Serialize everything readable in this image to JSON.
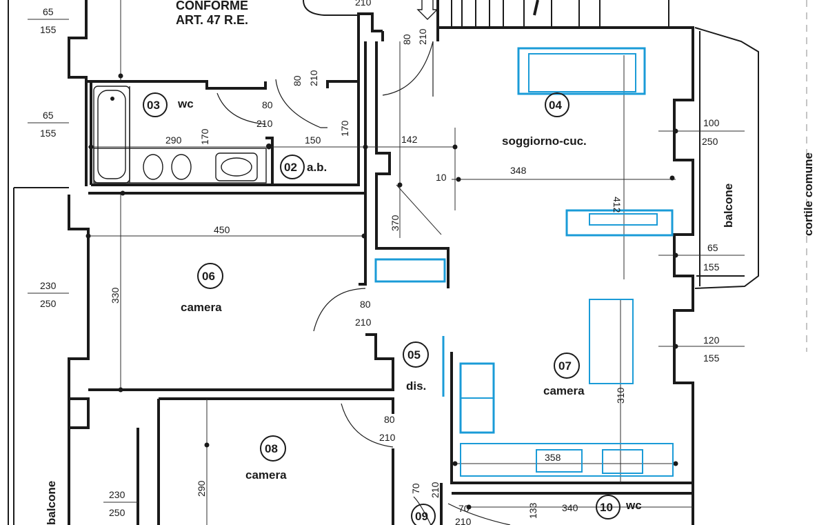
{
  "note": {
    "line1": "CONFORME",
    "line2": "ART. 47 R.E."
  },
  "rooms": {
    "r02": {
      "num": "02",
      "name": "a.b."
    },
    "r03": {
      "num": "03",
      "name": "wc"
    },
    "r04": {
      "num": "04",
      "name": "soggiorno-cuc."
    },
    "r05": {
      "num": "05",
      "name": "dis."
    },
    "r06": {
      "num": "06",
      "name": "camera"
    },
    "r07": {
      "num": "07",
      "name": "camera"
    },
    "r08": {
      "num": "08",
      "name": "camera"
    },
    "r09": {
      "num": "09"
    },
    "r10": {
      "num": "10",
      "name": "wc"
    }
  },
  "labels": {
    "balcone_right": "balcone",
    "balcone_left": "balcone",
    "cortile": "cortile comune"
  },
  "dimensions": {
    "top_left_a": "65",
    "top_left_b": "155",
    "left_mid_a": "65",
    "left_mid_b": "155",
    "left_low_a": "230",
    "left_low_b": "250",
    "left_bottom_a": "230",
    "left_bottom_b": "250",
    "top_210": "210",
    "door_top_80": "80",
    "door_top_210": "210",
    "door_b_80": "80",
    "door_b_210": "210",
    "wc_80": "80",
    "wc_210": "210",
    "wc_width": "290",
    "wc_height": "170",
    "ab_width": "150",
    "ab_height": "170",
    "liv_142": "142",
    "liv_10": "10",
    "liv_348": "348",
    "liv_412": "412",
    "liv_370": "370",
    "r06_width": "450",
    "r06_height": "330",
    "door06_80": "80",
    "door06_210": "210",
    "door08_80": "80",
    "door08_210": "210",
    "r08_290": "290",
    "r07_310": "310",
    "r07_358": "358",
    "right1_a": "100",
    "right1_b": "250",
    "right2_a": "65",
    "right2_b": "155",
    "right3_a": "120",
    "right3_b": "155",
    "bot_70": "70",
    "bot_210": "210",
    "bot_70b": "70",
    "bot_210b": "210",
    "bot_133": "133",
    "bot_340": "340"
  }
}
